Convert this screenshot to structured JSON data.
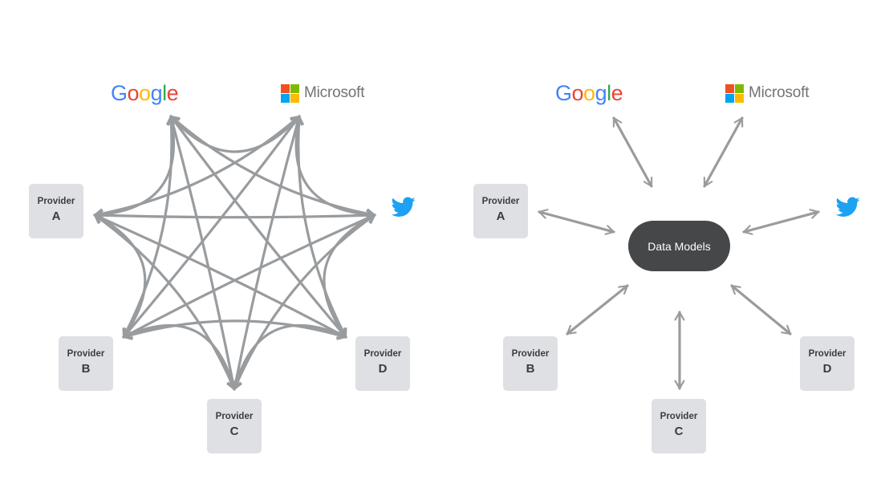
{
  "colors": {
    "link": "#999c9f",
    "provider_fill": "#dfe0e3",
    "provider_text": "#3a3c40",
    "hub_fill": "#464749",
    "twitter": "#1da1f2",
    "google_blue": "#4285f4",
    "google_red": "#ea4335",
    "google_yellow": "#fbbc05",
    "google_green": "#34a853",
    "ms_red": "#f25022",
    "ms_green": "#7fba00",
    "ms_blue": "#00a4ef",
    "ms_yellow": "#ffb900"
  },
  "logos": {
    "google": {
      "letters": [
        "G",
        "o",
        "o",
        "g",
        "l",
        "e"
      ],
      "icon": "google-logo"
    },
    "microsoft": {
      "label": "Microsoft",
      "icon": "microsoft-logo"
    },
    "twitter": {
      "icon": "twitter-bird-icon"
    }
  },
  "provider_label": "Provider",
  "providers": [
    {
      "key": "A"
    },
    {
      "key": "B"
    },
    {
      "key": "C"
    },
    {
      "key": "D"
    }
  ],
  "hub": {
    "label": "Data Models"
  }
}
